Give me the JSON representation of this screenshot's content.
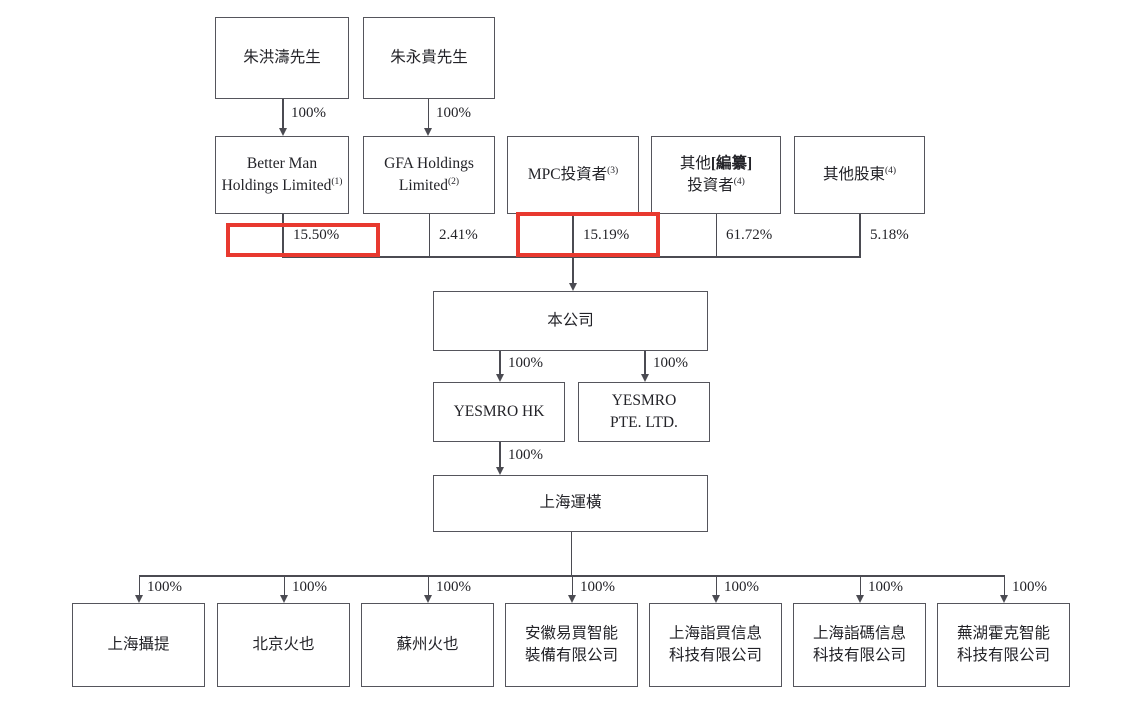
{
  "colors": {
    "highlight_red": "#e8392f",
    "line": "#4b4b52",
    "text": "#232328",
    "box_border": "#55555c",
    "background": "#ffffff"
  },
  "persons": [
    {
      "label": "朱洪濤先生",
      "ownership": "100%"
    },
    {
      "label": "朱永貴先生",
      "ownership": "100%"
    }
  ],
  "shareholders": [
    {
      "line1": "Better Man",
      "line2": "Holdings Limited",
      "sup": "(1)",
      "percent": "15.50%",
      "highlighted": true
    },
    {
      "line1": "GFA Holdings",
      "line2": "Limited",
      "sup": "(2)",
      "percent": "2.41%",
      "highlighted": false
    },
    {
      "line1": "MPC投資者",
      "sup": "(3)",
      "percent": "15.19%",
      "highlighted": true
    },
    {
      "line1_prefix": "其他",
      "line1_redacted": "[編纂]",
      "line2": "投資者",
      "sup": "(4)",
      "percent": "61.72%",
      "highlighted": false
    },
    {
      "line1": "其他股東",
      "sup": "(4)",
      "percent": "5.18%",
      "highlighted": false
    }
  ],
  "company": {
    "label": "本公司"
  },
  "subsidiaries_level1": [
    {
      "label": "YESMRO HK",
      "ownership": "100%"
    },
    {
      "line1": "YESMRO",
      "line2": "PTE. LTD.",
      "ownership": "100%"
    }
  ],
  "wfoe": {
    "label": "上海運橫",
    "ownership": "100%"
  },
  "subsidiaries_level2": [
    {
      "label": "上海攝提",
      "ownership": "100%"
    },
    {
      "label": "北京火也",
      "ownership": "100%"
    },
    {
      "label": "蘇州火也",
      "ownership": "100%"
    },
    {
      "line1": "安徽易買智能",
      "line2": "裝備有限公司",
      "ownership": "100%"
    },
    {
      "line1": "上海詣買信息",
      "line2": "科技有限公司",
      "ownership": "100%"
    },
    {
      "line1": "上海詣碼信息",
      "line2": "科技有限公司",
      "ownership": "100%"
    },
    {
      "line1": "蕪湖霍克智能",
      "line2": "科技有限公司",
      "ownership": "100%"
    }
  ]
}
